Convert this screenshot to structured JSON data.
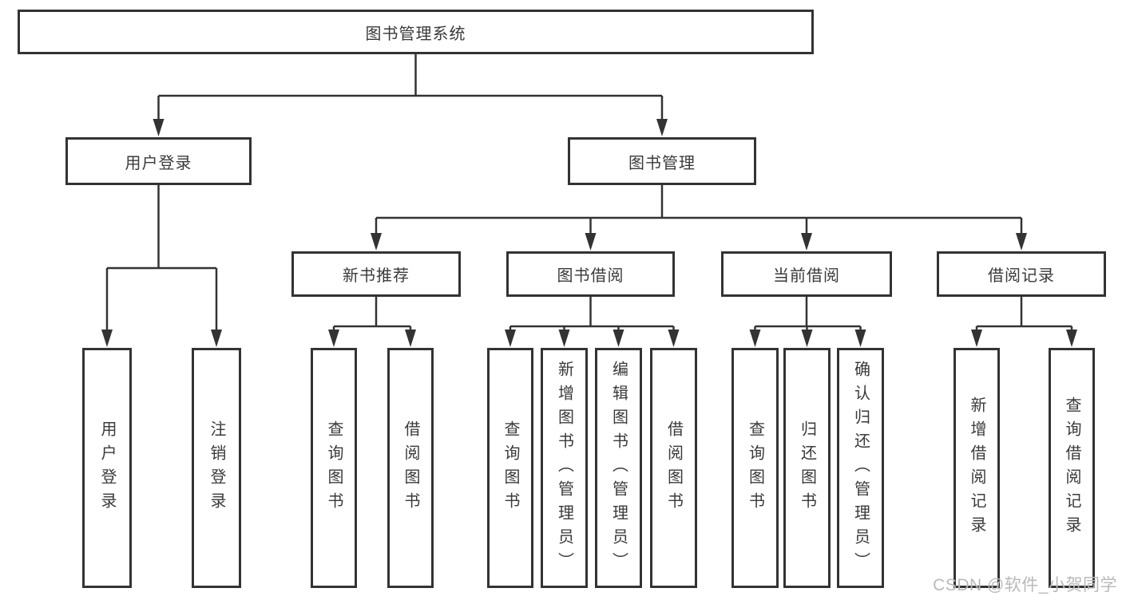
{
  "diagram": {
    "nodes": {
      "root": "图书管理系统",
      "user_login": "用户登录",
      "book_mgmt": "图书管理",
      "new_book_rec": "新书推荐",
      "book_borrow": "图书借阅",
      "current_borrow": "当前借阅",
      "borrow_records": "借阅记录",
      "leaf_user_login": "用户登录",
      "leaf_logout": "注销登录",
      "leaf_nbr_query_books": "查询图书",
      "leaf_nbr_borrow_books": "借阅图书",
      "leaf_bb_query_books": "查询图书",
      "leaf_bb_add_books_admin": "新增图书（管理员）",
      "leaf_bb_edit_books_admin": "编辑图书（管理员）",
      "leaf_bb_borrow_books": "借阅图书",
      "leaf_cb_query_books": "查询图书",
      "leaf_cb_return_books": "归还图书",
      "leaf_cb_confirm_return_admin": "确认归还（管理员）",
      "leaf_br_add_record": "新增借阅记录",
      "leaf_br_query_record": "查询借阅记录"
    }
  },
  "watermark": {
    "text": "CSDN @软件_小贺同学"
  },
  "colors": {
    "border": "#333333",
    "line": "#333333",
    "text": "#3a3a3a",
    "background": "#ffffff",
    "watermark": "#b9b9b9"
  }
}
